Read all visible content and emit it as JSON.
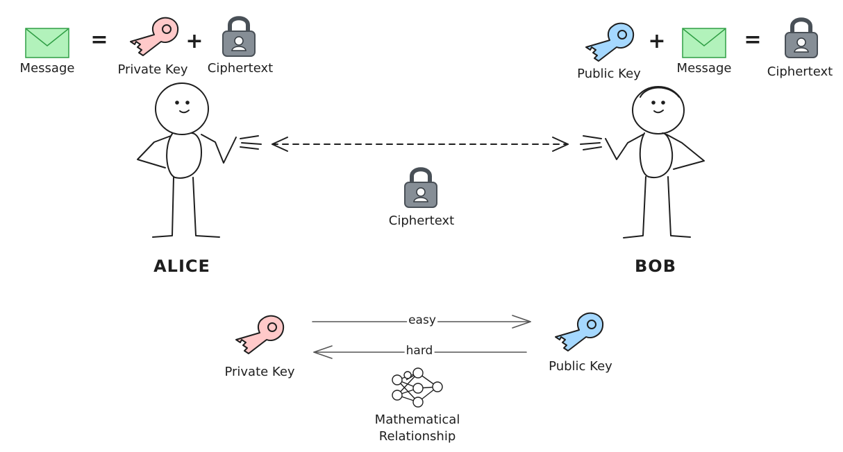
{
  "alice": {
    "name": "ALICE",
    "equation": {
      "message_label": "Message",
      "equals": "=",
      "key_label": "Private Key",
      "plus": "+",
      "cipher_label": "Ciphertext"
    }
  },
  "bob": {
    "name": "BOB",
    "equation": {
      "key_label": "Public Key",
      "plus": "+",
      "message_label": "Message",
      "equals": "=",
      "cipher_label": "Ciphertext"
    }
  },
  "exchange": {
    "cipher_label": "Ciphertext"
  },
  "relationship": {
    "private_key_label": "Private Key",
    "public_key_label": "Public Key",
    "forward_label": "easy",
    "backward_label": "hard",
    "caption_line1": "Mathematical",
    "caption_line2": "Relationship"
  },
  "colors": {
    "private_key": "#ffc9c9",
    "public_key": "#a5d8ff",
    "message": "#b2f2bb",
    "lock": "#868e96",
    "ink": "#1e1e1e"
  },
  "icons": [
    "envelope-icon",
    "private-key-icon",
    "padlock-icon",
    "public-key-icon",
    "neural-network-icon"
  ]
}
